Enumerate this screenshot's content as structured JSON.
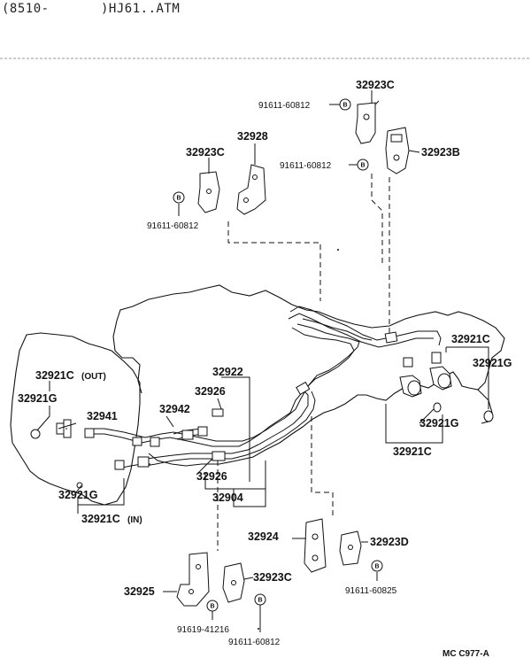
{
  "header": {
    "left": "(8510-",
    "right": ")HJ61..ATM"
  },
  "footer": {
    "code": "MC  C977-A"
  },
  "bolt_symbol": "B",
  "labels": {
    "p32923C_top": "32923C",
    "p91611_a": "91611-60812",
    "p32928": "32928",
    "p32923C_left": "32923C",
    "p91611_b": "91611-60812",
    "p32923B": "32923B",
    "p91611_c": "91611-60812",
    "p32921C_out": "32921C",
    "p32921C_out_tag": "(OUT)",
    "p32921G_left": "32921G",
    "p32941": "32941",
    "p32942": "32942",
    "p32922": "32922",
    "p32926_a": "32926",
    "p32926_b": "32926",
    "p32904": "32904",
    "p32921G_bottom": "32921G",
    "p32921C_in": "32921C",
    "p32921C_in_tag": "(IN)",
    "p32921C_right": "32921C",
    "p32921G_right": "32921G",
    "p32921G_mid": "32921G",
    "p32921C_mid": "32921C",
    "p32924": "32924",
    "p32923D": "32923D",
    "p91611_d": "91611-60825",
    "p32925": "32925",
    "p32923C_bottom": "32923C",
    "p91619": "91619-41216",
    "p91611_e": "91611-60812"
  }
}
